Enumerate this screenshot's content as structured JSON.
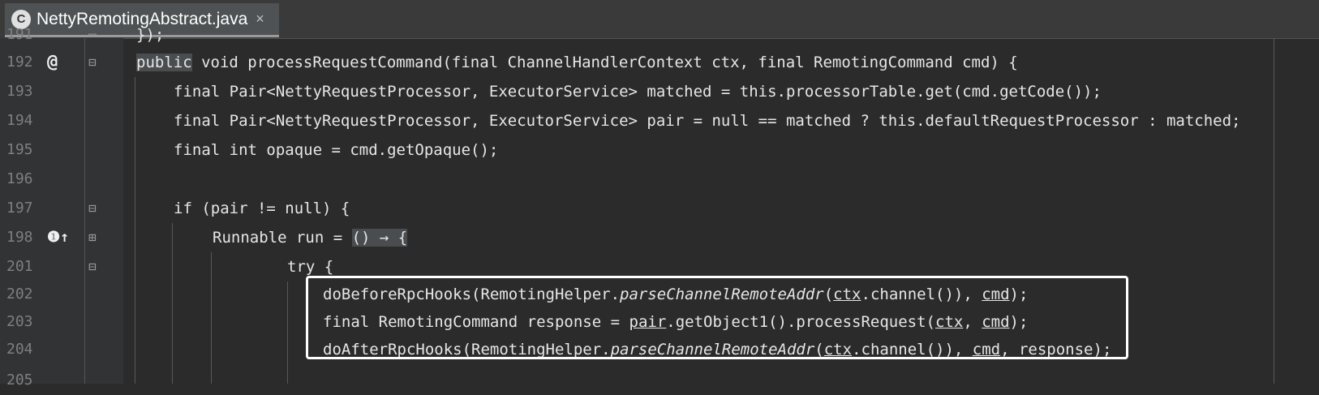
{
  "tab": {
    "icon_label": "C",
    "title": "NettyRemotingAbstract.java",
    "close": "×"
  },
  "partial_lines": {
    "top_num": "191",
    "top_code": "});",
    "bottom_num": "205"
  },
  "lines": [
    {
      "num": "192",
      "marker": "@",
      "parts": [
        "public",
        " void processRequestCommand(final ChannelHandlerContext ctx, final RemotingCommand cmd) {"
      ]
    },
    {
      "num": "193",
      "code": "final Pair<NettyRequestProcessor, ExecutorService> matched = this.processorTable.get(cmd.getCode());"
    },
    {
      "num": "194",
      "code": "final Pair<NettyRequestProcessor, ExecutorService> pair = null == matched ? this.defaultRequestProcessor : matched;"
    },
    {
      "num": "195",
      "code": "final int opaque = cmd.getOpaque();"
    },
    {
      "num": "196",
      "code": ""
    },
    {
      "num": "197",
      "code": "if (pair != null) {"
    },
    {
      "num": "198",
      "marker": "❶↑",
      "parts": [
        "Runnable run = ",
        "() → {"
      ]
    },
    {
      "num": "201",
      "code": "try {"
    },
    {
      "num": "202",
      "parts": [
        "doBeforeRpcHooks(RemotingHelper.",
        "parseChannelRemoteAddr",
        "(",
        "ctx",
        ".channel()), ",
        "cmd",
        ");"
      ]
    },
    {
      "num": "203",
      "parts": [
        "final RemotingCommand response = ",
        "pair",
        ".getObject1().processRequest(",
        "ctx",
        ", ",
        "cmd",
        ");"
      ]
    },
    {
      "num": "204",
      "parts": [
        "doAfterRpcHooks(RemotingHelper.",
        "parseChannelRemoteAddr",
        "(",
        "ctx",
        ".channel()), ",
        "cmd",
        ", response);"
      ]
    }
  ]
}
